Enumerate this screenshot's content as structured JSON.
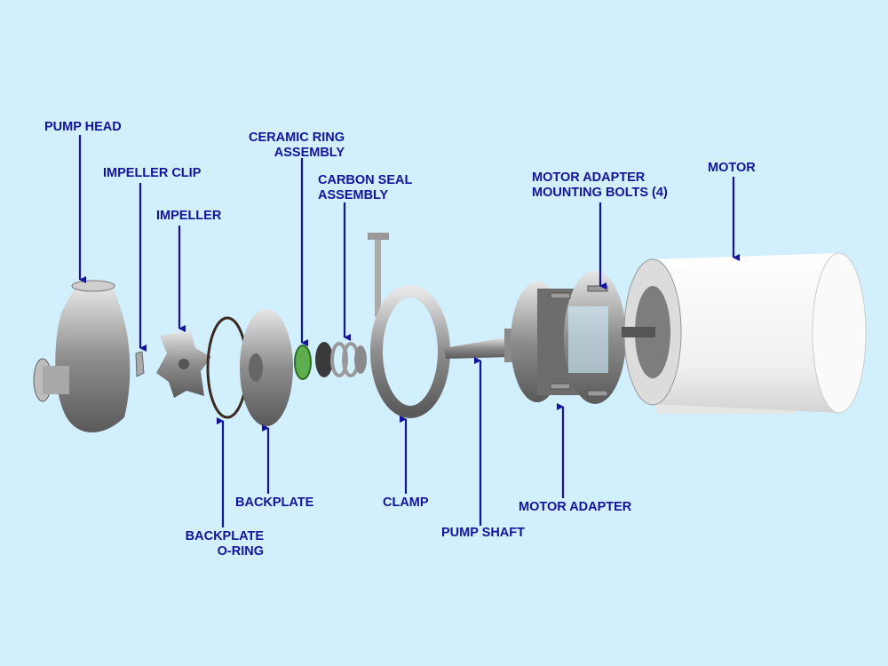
{
  "labels": {
    "pump_head": "PUMP HEAD",
    "impeller_clip": "IMPELLER CLIP",
    "impeller": "IMPELLER",
    "ceramic_ring": [
      "CERAMIC RING",
      "ASSEMBLY"
    ],
    "carbon_seal": [
      "CARBON SEAL",
      "ASSEMBLY"
    ],
    "mounting_bolts": [
      "MOTOR ADAPTER",
      "MOUNTING BOLTS (4)"
    ],
    "motor": "MOTOR",
    "backplate_oring": [
      "BACKPLATE",
      "O-RING"
    ],
    "backplate": "BACKPLATE",
    "clamp": "CLAMP",
    "pump_shaft": "PUMP SHAFT",
    "motor_adapter": "MOTOR ADAPTER"
  },
  "colors": {
    "background": "#d1effc",
    "label": "#14149a",
    "metal": "#9a9a9a",
    "motor": "#f4f4f4",
    "ceramic_ring": "#5cae4e"
  }
}
